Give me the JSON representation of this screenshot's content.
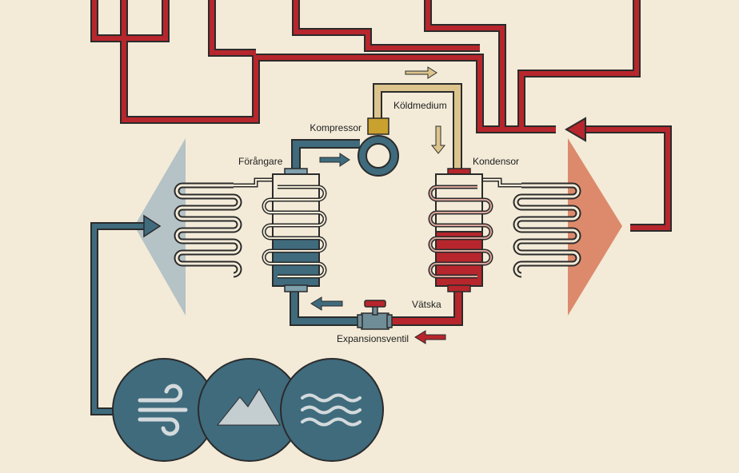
{
  "labels": {
    "compressor": "Kompressor",
    "refrigerant": "Köldmedium",
    "evaporator": "Förångare",
    "condenser": "Kondensor",
    "liquid": "Vätska",
    "expansion_valve": "Expansionsventil"
  },
  "sources": [
    {
      "name": "air",
      "icon": "wind-icon"
    },
    {
      "name": "ground",
      "icon": "mountain-icon"
    },
    {
      "name": "water",
      "icon": "waves-icon"
    }
  ],
  "colors": {
    "background": "#f3ebd8",
    "hot_pipe": "#b7262c",
    "cold_pipe": "#3f6b7d",
    "gas_pipe": "#dcc48c",
    "cold_fan": "#b5c2c6",
    "warm_fan": "#dd8a6c",
    "outline": "#2b2b2b"
  }
}
